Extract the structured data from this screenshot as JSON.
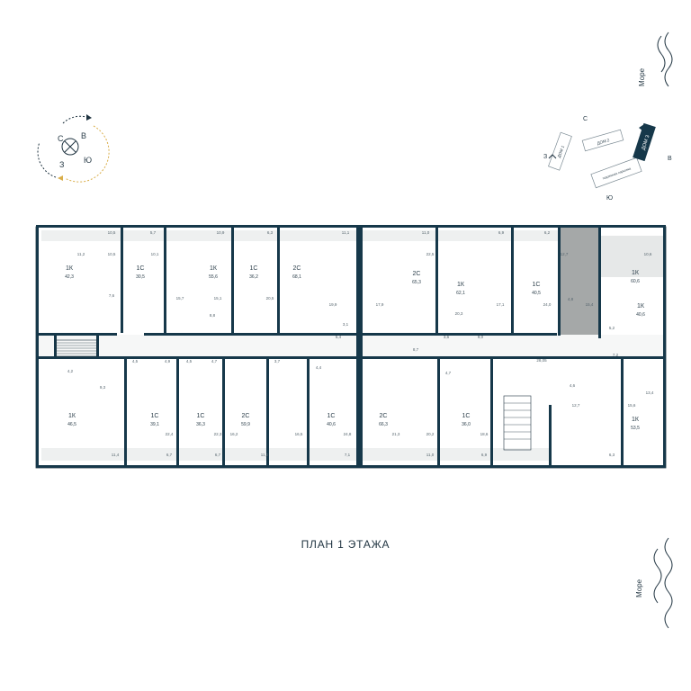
{
  "plan_title": "ПЛАН 1 ЭТАЖА",
  "compass": {
    "north": "С",
    "east": "В",
    "south": "Ю",
    "west": "З"
  },
  "site": {
    "north": "С",
    "east": "В",
    "south": "Ю",
    "west": "З",
    "buildings": [
      "ДОМ 1",
      "ДОМ 2",
      "ДОМ 3"
    ],
    "annex": "подземная парковка"
  },
  "sea_label": "Море",
  "highlighted": {
    "accent": "#a5a8a8",
    "dark": "#16384a"
  },
  "apartments_top": [
    {
      "code": "1К",
      "area": "42,3"
    },
    {
      "code": "1С",
      "area": "30,5"
    },
    {
      "code": "1К",
      "area": "55,6"
    },
    {
      "code": "1С",
      "area": "36,2"
    },
    {
      "code": "2С",
      "area": "68,1"
    },
    {
      "code": "2С",
      "area": "65,3"
    },
    {
      "code": "1К",
      "area": "62,1"
    },
    {
      "code": "1С",
      "area": "40,5"
    },
    {
      "code": "1К",
      "area": "60,6"
    },
    {
      "code": "1К",
      "area": "40,6"
    }
  ],
  "apartments_bottom": [
    {
      "code": "1К",
      "area": "46,5"
    },
    {
      "code": "1С",
      "area": "39,1"
    },
    {
      "code": "1С",
      "area": "36,3"
    },
    {
      "code": "2С",
      "area": "59,9"
    },
    {
      "code": "1С",
      "area": "40,6"
    },
    {
      "code": "2С",
      "area": "66,3"
    },
    {
      "code": "1С",
      "area": "36,0"
    },
    {
      "code": "1К",
      "area": "53,5"
    }
  ],
  "room_numbers_top": [
    "10,5",
    "11,2",
    "10,5",
    "5,7",
    "10,1",
    "10,9",
    "6,3",
    "11,1",
    "11,0",
    "22,5",
    "6,9",
    "6,2",
    "12,7",
    "10,6",
    "7,6",
    "15,7",
    "15,1",
    "20,5",
    "19,9",
    "17,9",
    "20,3",
    "17,1",
    "24,0",
    "4,8",
    "15,4",
    "5,2"
  ],
  "room_numbers_bottom": [
    "4,2",
    "9,3",
    "4,5",
    "4,9",
    "4,5",
    "4,7",
    "3,7",
    "4,4",
    "8,7",
    "4,7",
    "4,6",
    "12,7",
    "13,4",
    "15,6",
    "22,4",
    "22,3",
    "16,2",
    "16,5",
    "24,8",
    "21,3",
    "20,2",
    "18,6",
    "11,4",
    "6,7",
    "6,7",
    "11,2",
    "7,1",
    "11,0",
    "6,9",
    "6,3"
  ],
  "corridor_numbers": [
    "8,8",
    "5,4",
    "3,1",
    "28,05",
    "7,2",
    "3,6",
    "9,0"
  ]
}
